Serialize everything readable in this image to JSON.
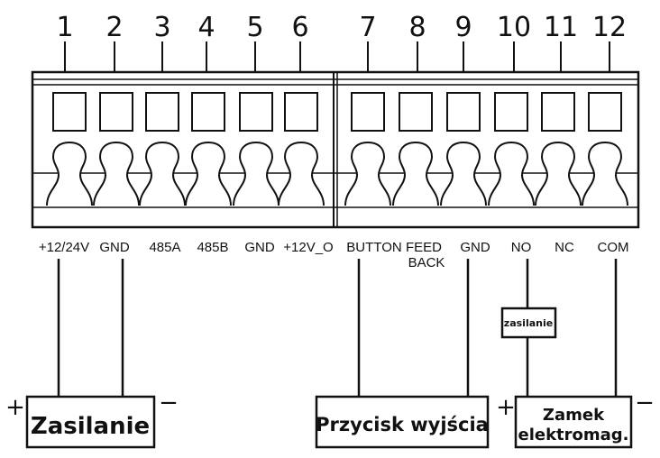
{
  "pins": [
    "1",
    "2",
    "3",
    "4",
    "5",
    "6",
    "7",
    "8",
    "9",
    "10",
    "11",
    "12"
  ],
  "terminals": [
    "+12/24V",
    "GND",
    "485A",
    "485B",
    "GND",
    "+12V_O",
    "BUTTON",
    "FEED",
    "BACK",
    "GND",
    "NO",
    "NC",
    "COM"
  ],
  "devices": {
    "power_supply": "Zasilanie",
    "exit_button": "Przycisk wyjścia",
    "lock_line1": "Zamek",
    "lock_line2": "elektromag.",
    "supply_tag": "zasilanie"
  },
  "signs": {
    "plus": "+",
    "minus": "−"
  },
  "colors": {
    "line": "#111111",
    "background": "#ffffff"
  }
}
